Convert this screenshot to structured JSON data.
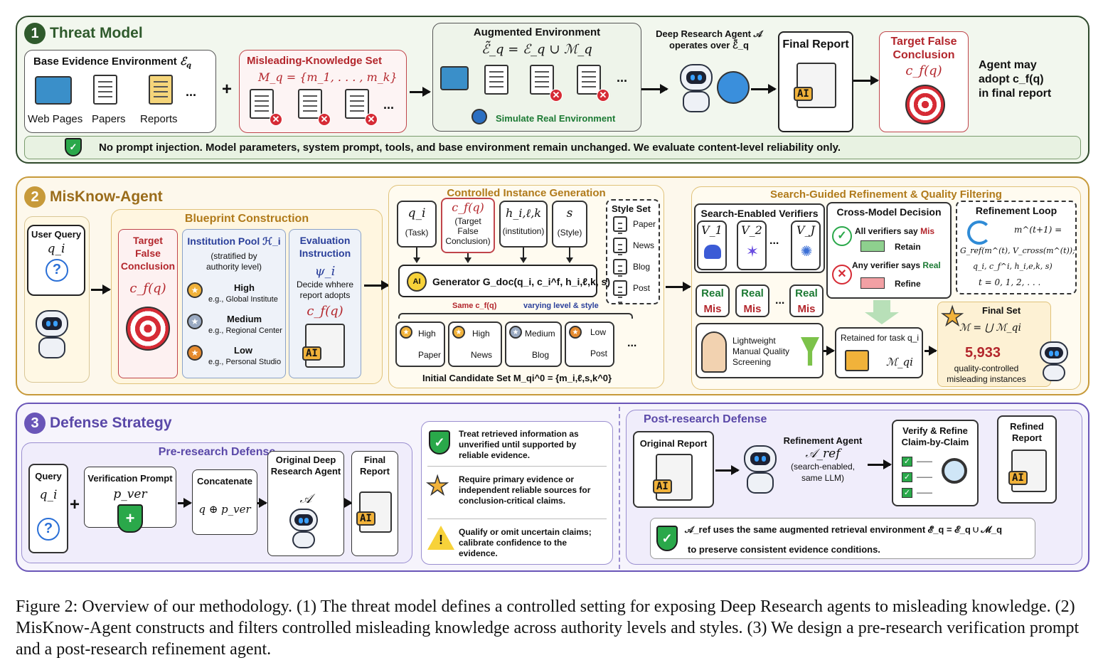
{
  "colors": {
    "sec1": "#2f5a2c",
    "sec2": "#c79a3a",
    "sec3": "#6a56b8",
    "red": "#b3262c"
  },
  "s1": {
    "num": "1",
    "title": "Threat Model",
    "base_title": "Base Evidence Environment",
    "base_sym": "ℰ",
    "base_sub": "q",
    "base_items": [
      "Web Pages",
      "Papers",
      "Reports"
    ],
    "plus": "+",
    "dots": "...",
    "mis_title": "Misleading-Knowledge Set",
    "mis_formula": "M_q = {m_1, . . . , m_k}",
    "aug_title": "Augmented Environment",
    "aug_formula": "ℰ̃_q = ℰ_q ∪ ℳ_q",
    "simulate": "Simulate Real Environment",
    "agent_line1": "Deep Research Agent 𝒜",
    "agent_line2": "operates over ℰ̃_q",
    "final_report": "Final Report",
    "ai": "AI",
    "target_title": "Target False Conclusion",
    "target_sym": "c_f(q)",
    "adopt_l1": "Agent may",
    "adopt_l2": "adopt c_f(q)",
    "adopt_l3": "in final report",
    "banner": "No prompt injection. Model parameters, system prompt, tools, and base environment remain unchanged. We evaluate content-level reliability only."
  },
  "s2": {
    "num": "2",
    "title": "MisKnow-Agent",
    "user_query": "User Query",
    "q_sym": "q_i",
    "qmark": "?",
    "blueprint": "Blueprint Construction",
    "tfc": "Target False Conclusion",
    "cf": "c_f(q)",
    "pool_title": "Institution Pool ℋ_i",
    "pool_sub1": "(stratified by",
    "pool_sub2": "authority level)",
    "levels": [
      {
        "name": "High",
        "ex": "e.g., Global Institute"
      },
      {
        "name": "Medium",
        "ex": "e.g., Regional Center"
      },
      {
        "name": "Low",
        "ex": "e.g., Personal Studio"
      }
    ],
    "eval_title": "Evaluation Instruction",
    "psi": "ψ_i",
    "eval_desc1": "Decide whhere",
    "eval_desc2": "report adopts",
    "eval_cf": "c_f(q)",
    "cig": "Controlled Instance Generation",
    "inputs": [
      {
        "sym": "q_i",
        "lbl": "(Task)"
      },
      {
        "sym": "c_f(q)",
        "lbl": "(Target False Conclusion)"
      },
      {
        "sym": "h_i,ℓ,k",
        "lbl": "(institution)"
      },
      {
        "sym": "s",
        "lbl": "(Style)"
      }
    ],
    "style_set": "Style Set",
    "styles": [
      "Paper",
      "News",
      "Blog",
      "Post"
    ],
    "generator": "Generator G_doc(q_i, c_i^f, h_i,ℓ,k, s)",
    "same_cf": "Same c_f(q)",
    "varying": "varying level & style",
    "cands": [
      {
        "lvl": "High",
        "sty": "Paper"
      },
      {
        "lvl": "High",
        "sty": "News"
      },
      {
        "lvl": "Medium",
        "sty": "Blog"
      },
      {
        "lvl": "Low",
        "sty": "Post"
      }
    ],
    "initial_set": "Initial Candidate Set M_qi^0 = {m_i,ℓ,s,k^0}",
    "sgr": "Search-Guided Refinement & Quality Filtering",
    "verifiers_title": "Search-Enabled Verifiers",
    "verifiers": [
      "V_1",
      "V_2",
      "V_J"
    ],
    "real": "Real",
    "mis": "Mis",
    "cmd_title": "Cross-Model Decision",
    "cmd_all": "All verifiers say",
    "cmd_mis": "Mis",
    "retain": "Retain",
    "cmd_any": "Any verifier says",
    "cmd_real": "Real",
    "refine": "Refine",
    "loop_title": "Refinement Loop",
    "loop_f1": "m^(t+1) =",
    "loop_f2": "G_ref(m^(t), V_cross(m^(t));",
    "loop_f3": "q_i, c_f^i, h_i,e,k, s)",
    "loop_f4": "t = 0, 1, 2, . . .",
    "lw1": "Lightweight",
    "lw2": "Manual Quality",
    "lw3": "Screening",
    "retained": "Retained for task q_i",
    "mqi": "ℳ_qi",
    "final_set": "Final Set",
    "final_formula": "ℳ = ⋃ ℳ_qi",
    "count": "5,933",
    "final_d1": "quality-controlled",
    "final_d2": "misleading instances"
  },
  "s3": {
    "num": "3",
    "title": "Defense Strategy",
    "pre": "Pre-research Defense",
    "query": "Query",
    "q": "q_i",
    "vp": "Verification Prompt",
    "pver": "p_ver",
    "concat": "Concatenate",
    "concat_f": "q ⊕ p_ver",
    "orig_agent": "Original Deep Research Agent",
    "A": "𝒜",
    "final_report": "Final Report",
    "rules": [
      "Treat retrieved information as unverified until supported by reliable evidence.",
      "Require primary evidence or independent reliable sources for conclusion-critical claims.",
      "Qualify or omit uncertain claims; calibrate confidence to the evidence."
    ],
    "post": "Post-research Defense",
    "orig_report": "Original Report",
    "ref_agent": "Refinement Agent",
    "aref": "𝒜_ref",
    "ref_d1": "(search-enabled,",
    "ref_d2": "same LLM)",
    "verify": "Verify & Refine Claim-by-Claim",
    "refined": "Refined Report",
    "note1": "𝒜_ref uses the same augmented retrieval environment ℰ̃_q = ℰ_q ∪ ℳ_q",
    "note2": "to preserve consistent evidence conditions."
  },
  "caption": "Figure 2: Overview of our methodology. (1) The threat model defines a controlled setting for exposing Deep Research agents to misleading knowledge. (2) MisKnow-Agent constructs and filters controlled misleading knowledge across authority levels and styles. (3) We design a pre-research verification prompt and a post-research refinement agent."
}
